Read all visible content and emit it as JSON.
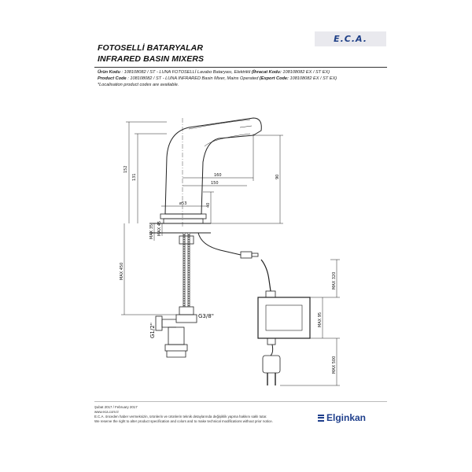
{
  "header": {
    "title_tr": "FOTOSELLİ BATARYALAR",
    "title_en": "INFRARED BASIN MIXERS",
    "logo_text": "E.C.A."
  },
  "spec": {
    "tr_label": "Ürün Kodu",
    "tr_text": ": 108108082 / ST - LUNA FOTOSELLİ Lavabo Bataryası, Elektrikli",
    "tr_export_label": "(İhracat Kodu:",
    "tr_export_text": "108108082 EX / ST EX)",
    "en_label": "Product Code",
    "en_text": ": 108108082 / ST - LUNA INFRARED Basin Mixer, Mains Operated",
    "en_export_label": "(Export Code:",
    "en_export_text": "108108082 EX / ST EX)",
    "note": "*Localisation product codes are available."
  },
  "dimensions": {
    "d152": "152",
    "d131": "131",
    "d160": "160",
    "d150": "150",
    "d90": "90",
    "d40": "40",
    "d53": "ø53",
    "max35": "MAX 35",
    "max45": "MAX 45",
    "max450": "MAX 450",
    "g38": "G3/8\"",
    "g12": "G1/2\"",
    "max320": "MAX 320",
    "max95": "MAX 95",
    "max500": "MAX 500"
  },
  "footer": {
    "date": "Şubat 2017 / February 2017",
    "web": "www.eca.com.tr",
    "note_tr": "E.C.A. önceden haber vermeksizin, ürünlerin ve ürünlerin teknik detaylarında değişiklik yapma hakkını saklı tutar.",
    "note_en": "We reserve the right to alter product specification and colors and to make technical modifications without prior notice.",
    "brand": "Elginkan",
    "brand_color": "#1f3f8c"
  }
}
